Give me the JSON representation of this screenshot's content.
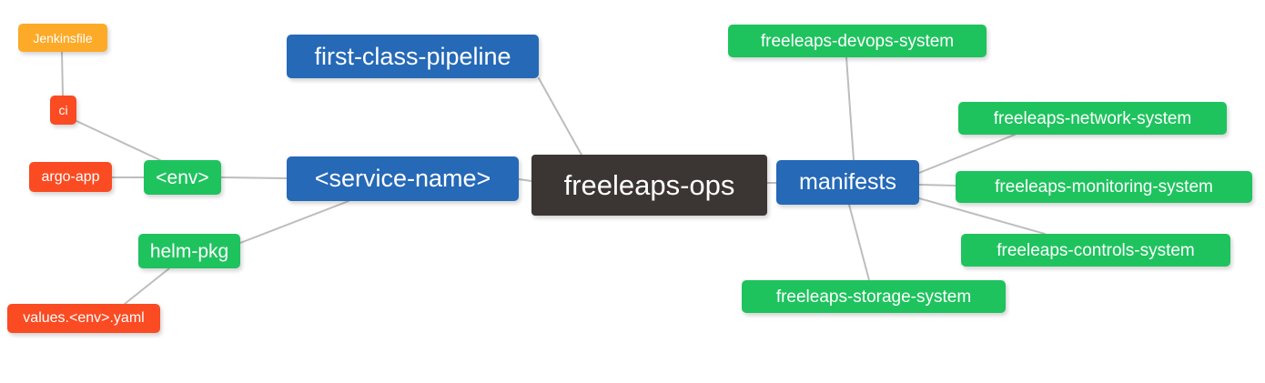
{
  "diagram": {
    "type": "mindmap",
    "background": "#ffffff",
    "edge_color": "#bdbdbd",
    "palette": {
      "root": "#3b3633",
      "blue": "#2569b7",
      "green": "#1ec35e",
      "orange": "#fdaa28",
      "red": "#fa4b22",
      "text": "#ffffff"
    },
    "root": {
      "label": "freeleaps-ops"
    },
    "nodes": {
      "first_class_pipeline": {
        "label": "first-class-pipeline"
      },
      "service_name": {
        "label": "<service-name>"
      },
      "manifests": {
        "label": "manifests"
      },
      "env": {
        "label": "<env>"
      },
      "helm_pkg": {
        "label": "helm-pkg"
      },
      "jenkinsfile": {
        "label": "Jenkinsfile"
      },
      "ci": {
        "label": "ci"
      },
      "argo_app": {
        "label": "argo-app"
      },
      "values_yaml": {
        "label": "values.<env>.yaml"
      },
      "devops_system": {
        "label": "freeleaps-devops-system"
      },
      "network_system": {
        "label": "freeleaps-network-system"
      },
      "monitoring_system": {
        "label": "freeleaps-monitoring-system"
      },
      "controls_system": {
        "label": "freeleaps-controls-system"
      },
      "storage_system": {
        "label": "freeleaps-storage-system"
      }
    },
    "edges": [
      {
        "from": "freeleaps-ops",
        "to": "first-class-pipeline"
      },
      {
        "from": "freeleaps-ops",
        "to": "<service-name>"
      },
      {
        "from": "freeleaps-ops",
        "to": "manifests"
      },
      {
        "from": "<service-name>",
        "to": "<env>"
      },
      {
        "from": "<service-name>",
        "to": "helm-pkg"
      },
      {
        "from": "<env>",
        "to": "ci"
      },
      {
        "from": "<env>",
        "to": "argo-app"
      },
      {
        "from": "ci",
        "to": "Jenkinsfile"
      },
      {
        "from": "helm-pkg",
        "to": "values.<env>.yaml"
      },
      {
        "from": "manifests",
        "to": "freeleaps-devops-system"
      },
      {
        "from": "manifests",
        "to": "freeleaps-network-system"
      },
      {
        "from": "manifests",
        "to": "freeleaps-monitoring-system"
      },
      {
        "from": "manifests",
        "to": "freeleaps-controls-system"
      },
      {
        "from": "manifests",
        "to": "freeleaps-storage-system"
      }
    ]
  }
}
